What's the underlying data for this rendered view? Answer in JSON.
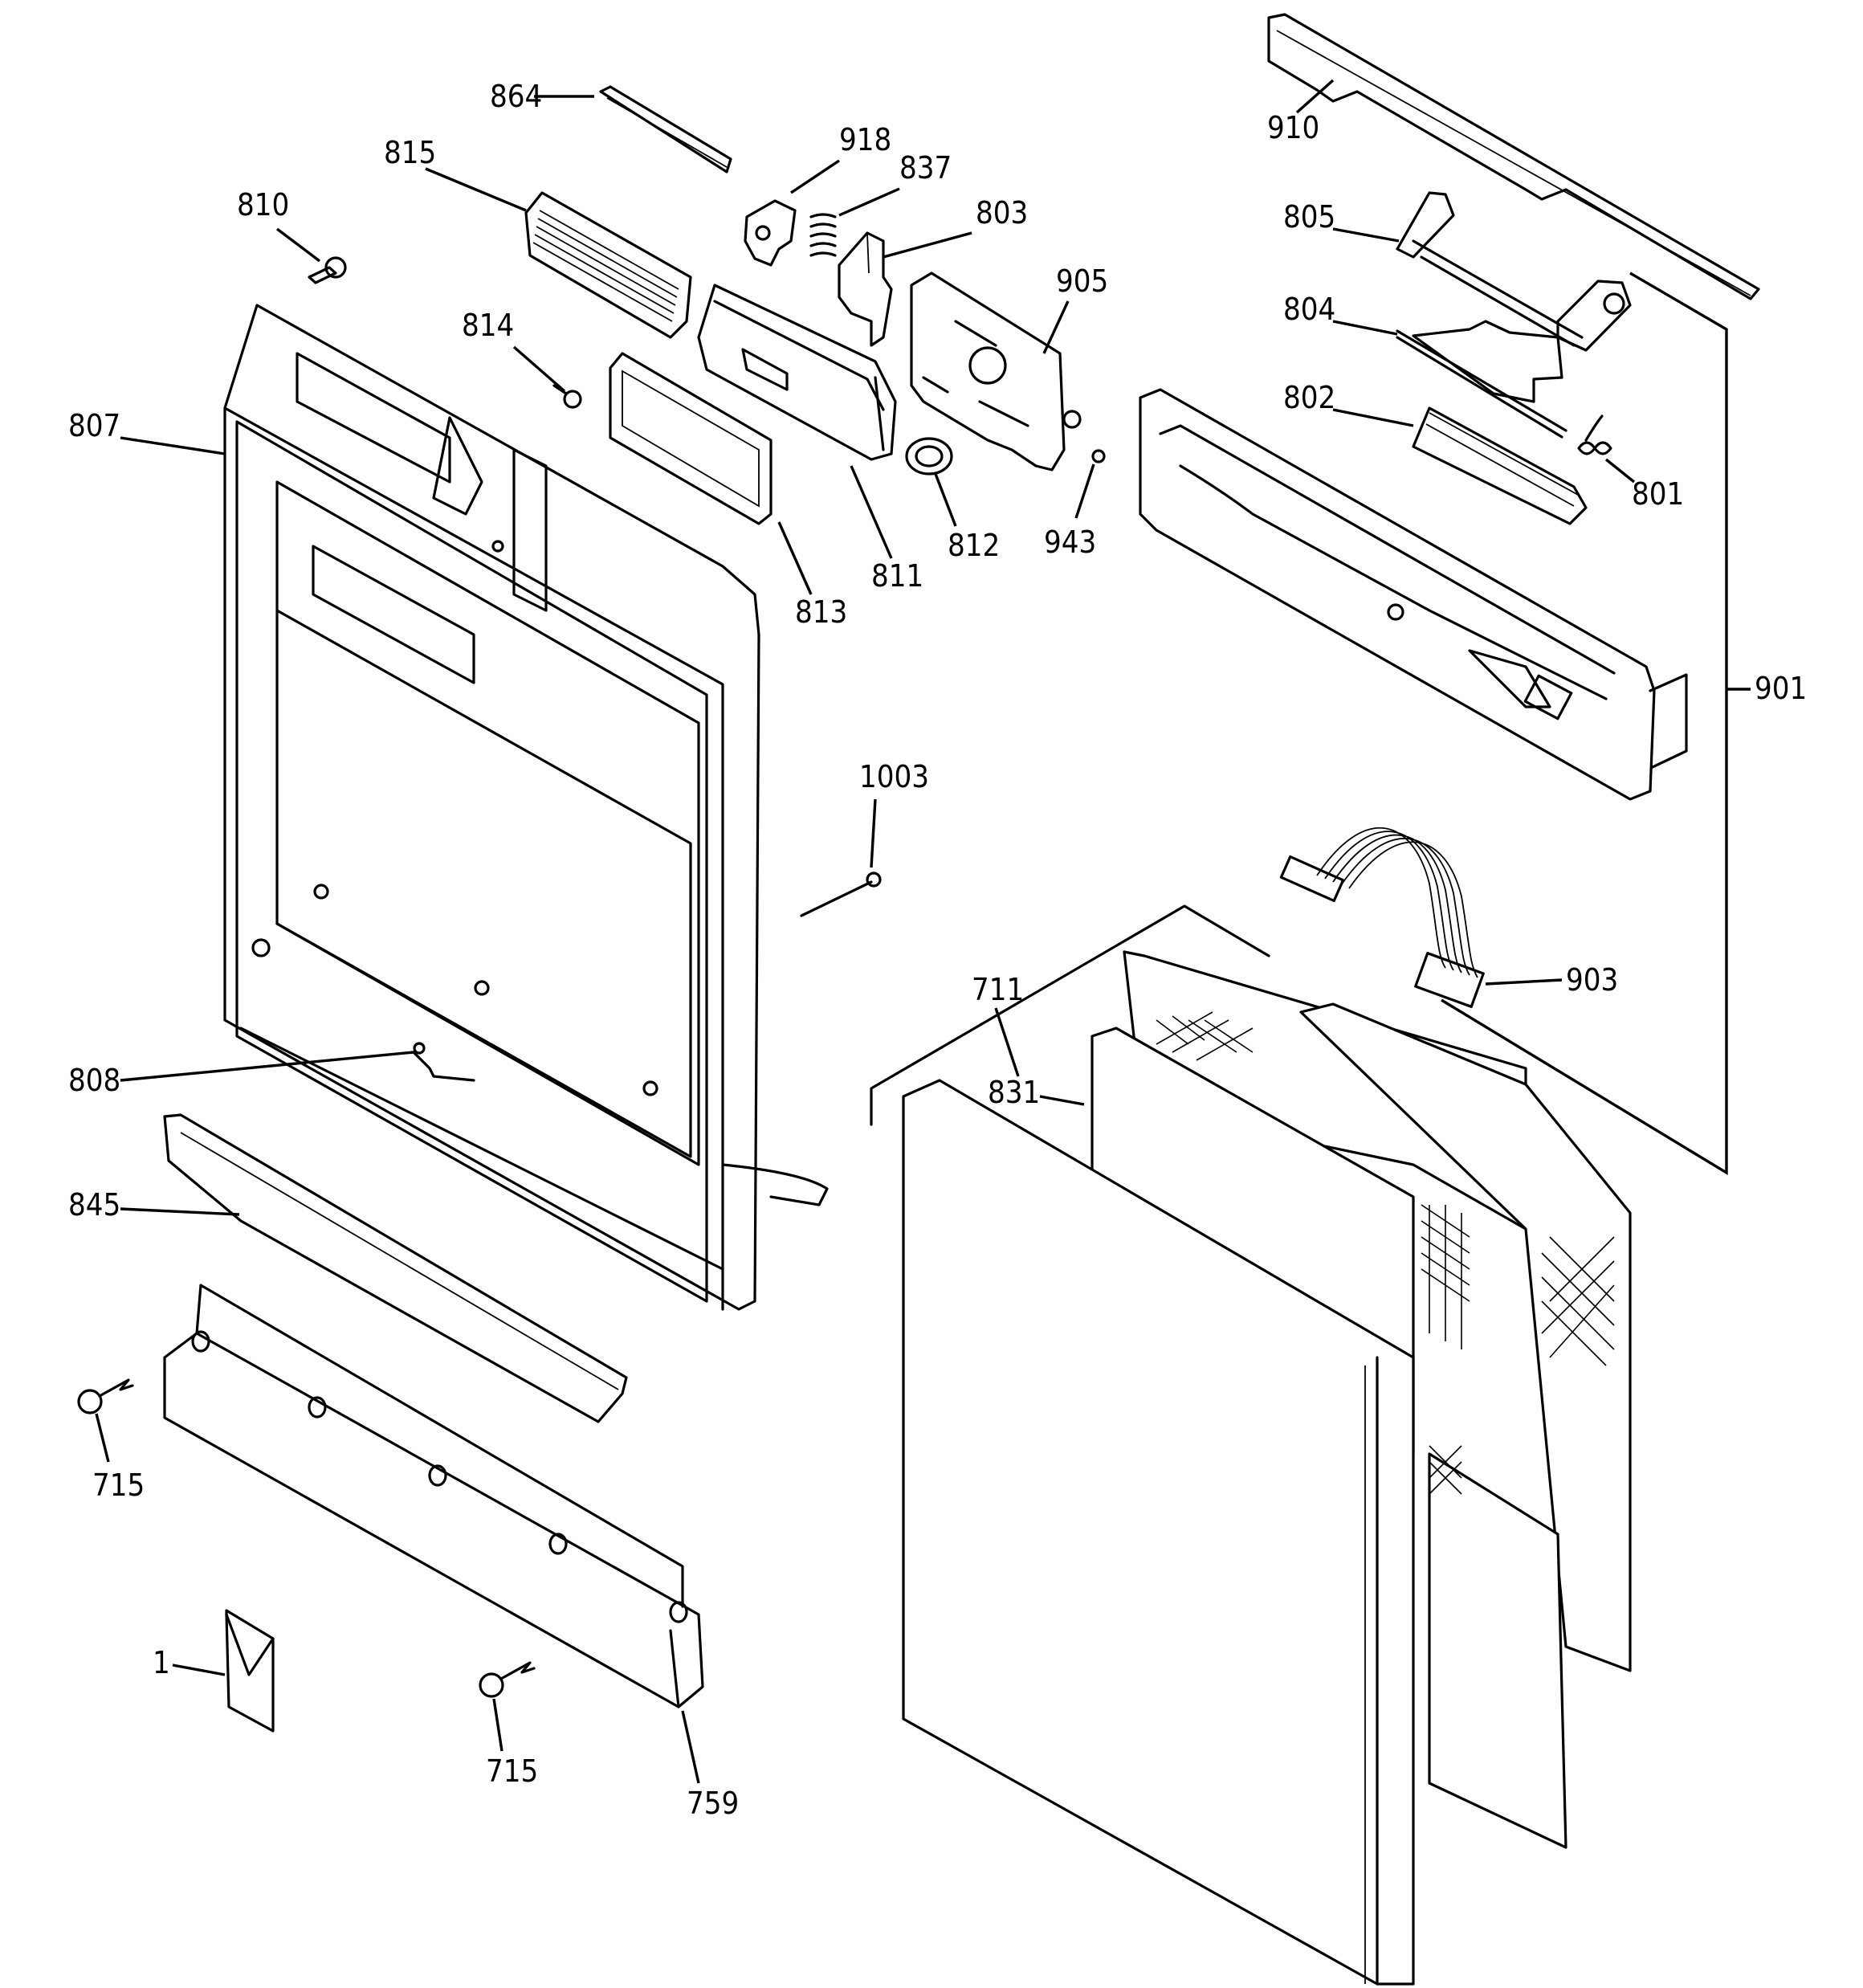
{
  "callouts": [
    {
      "id": "864"
    },
    {
      "id": "918"
    },
    {
      "id": "815"
    },
    {
      "id": "837"
    },
    {
      "id": "810"
    },
    {
      "id": "803"
    },
    {
      "id": "905"
    },
    {
      "id": "814"
    },
    {
      "id": "807"
    },
    {
      "id": "813"
    },
    {
      "id": "811"
    },
    {
      "id": "812"
    },
    {
      "id": "943"
    },
    {
      "id": "910"
    },
    {
      "id": "805"
    },
    {
      "id": "804"
    },
    {
      "id": "802"
    },
    {
      "id": "801"
    },
    {
      "id": "901"
    },
    {
      "id": "1003"
    },
    {
      "id": "711"
    },
    {
      "id": "903"
    },
    {
      "id": "831"
    },
    {
      "id": "808"
    },
    {
      "id": "845"
    },
    {
      "id": "715a",
      "text": "715"
    },
    {
      "id": "1"
    },
    {
      "id": "715b",
      "text": "715"
    },
    {
      "id": "759"
    }
  ]
}
